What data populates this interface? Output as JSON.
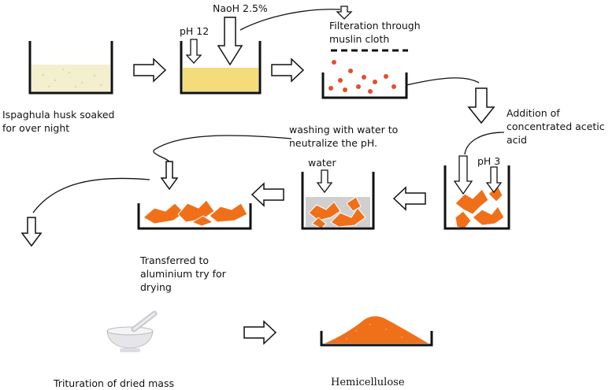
{
  "labels": {
    "step1": "Ispaghula husk soaked",
    "step1b": "for over night",
    "naoh": "NaoH 2.5%",
    "ph12": "pH 12",
    "filter1": "Filteration through",
    "filter2": "muslin cloth",
    "acetic1": "Addition of",
    "acetic2": "concentrated acetic",
    "acetic3": "acid",
    "ph3": "pH 3",
    "washing1": "washing with water to",
    "washing2": "neutralize the pH.",
    "water": "water",
    "tray1": "Transferred to",
    "tray2": "aluminium try for",
    "tray3": "drying",
    "trituration": "Trituration of dried mass",
    "product": "Hemicellulose"
  },
  "colors": {
    "husk_liquid": "#f3efcf",
    "alkali_liquid": "#f3dc7a",
    "droplet": "#e84c2c",
    "hemicellulose": "#f0701a",
    "water": "#cfcfcf",
    "outline": "#111111"
  }
}
